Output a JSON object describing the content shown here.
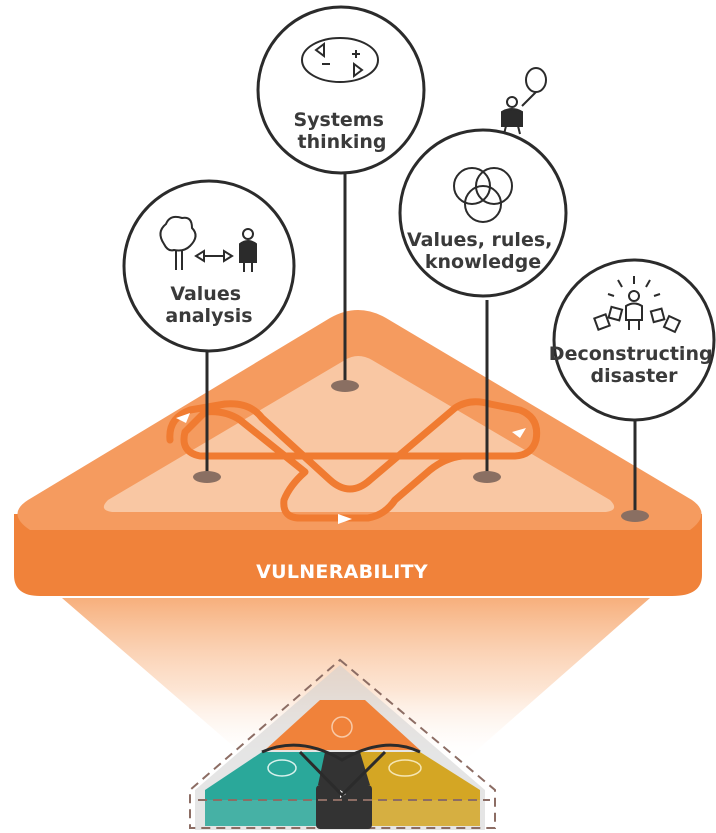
{
  "base": {
    "label": "VULNERABILITY",
    "colors": {
      "main": "#f0823a",
      "top": "#f59b5f",
      "inner": "#f9c7a3",
      "loop": "#f07b31"
    }
  },
  "nodes": [
    {
      "id": "systems-thinking",
      "lines": [
        "Systems",
        "thinking"
      ],
      "icon": "feedback-loop-icon"
    },
    {
      "id": "values-analysis",
      "lines": [
        "Values",
        "analysis"
      ],
      "icon": "tree-person-icon"
    },
    {
      "id": "values-rules-knowledge",
      "lines": [
        "Values, rules,",
        "knowledge"
      ],
      "icon": "venn-diagram-icon"
    },
    {
      "id": "deconstructing-disaster",
      "lines": [
        "Deconstructing",
        "disaster"
      ],
      "icon": "person-juggling-boxes-icon"
    }
  ],
  "decor": {
    "floating_figure": "balloon-person-icon"
  },
  "mini_base": {
    "colors": {
      "top": "#f0823a",
      "left": "#2aa89a",
      "right": "#d4a624",
      "center": "#333333",
      "shadow": "#c9c9c9"
    }
  }
}
